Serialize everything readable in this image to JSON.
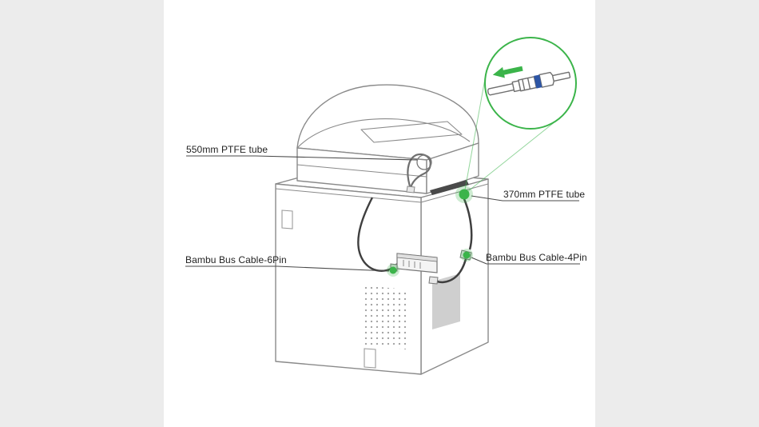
{
  "page": {
    "background_color": "#ececec",
    "canvas_color": "#ffffff"
  },
  "colors": {
    "accent_green": "#3bb44a",
    "collet_blue": "#2d55a5",
    "outline_gray": "#8a8a8a",
    "cable_dark": "#3f3f3f",
    "leader_line": "#4a4a4a",
    "label_text": "#1f1f1f"
  },
  "labels": {
    "ptfe_550": "550mm PTFE tube",
    "ptfe_370": "370mm PTFE tube",
    "bus_6pin": "Bambu Bus Cable-6Pin",
    "bus_4pin": "Bambu Bus Cable-4Pin"
  },
  "callout": {
    "arrow_icon": "arrow-left-icon"
  }
}
